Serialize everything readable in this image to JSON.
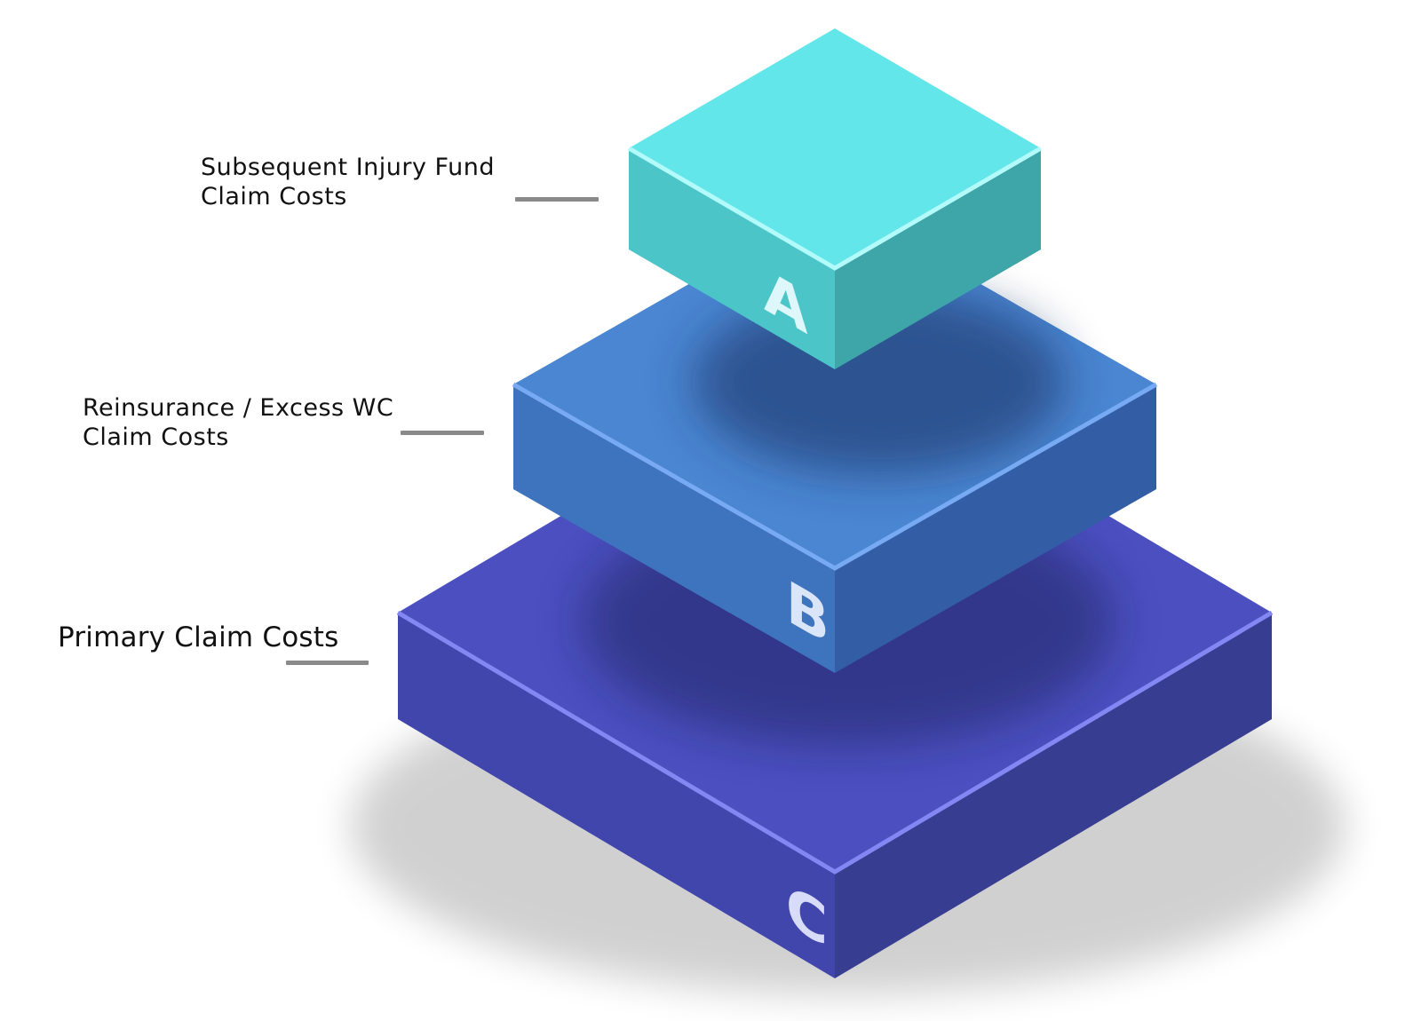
{
  "diagram": {
    "layers": [
      {
        "letter": "A",
        "label_lines": [
          "Subsequent Injury Fund",
          "Claim Costs"
        ],
        "colors": {
          "top": "#63e6e9",
          "left": "#4cc5c8",
          "right": "#3ea5a8",
          "edge": "#b3fbfb"
        }
      },
      {
        "letter": "B",
        "label_lines": [
          "Reinsurance / Excess WC",
          "Claim Costs"
        ],
        "colors": {
          "top": "#4a86d2",
          "left": "#3e74bd",
          "right": "#335ea6",
          "edge": "#77aaf2"
        }
      },
      {
        "letter": "C",
        "label_lines": [
          "Primary Claim Costs"
        ],
        "colors": {
          "top": "#4b4fc0",
          "left": "#4046ac",
          "right": "#373d91",
          "edge": "#8287f3"
        }
      }
    ]
  }
}
